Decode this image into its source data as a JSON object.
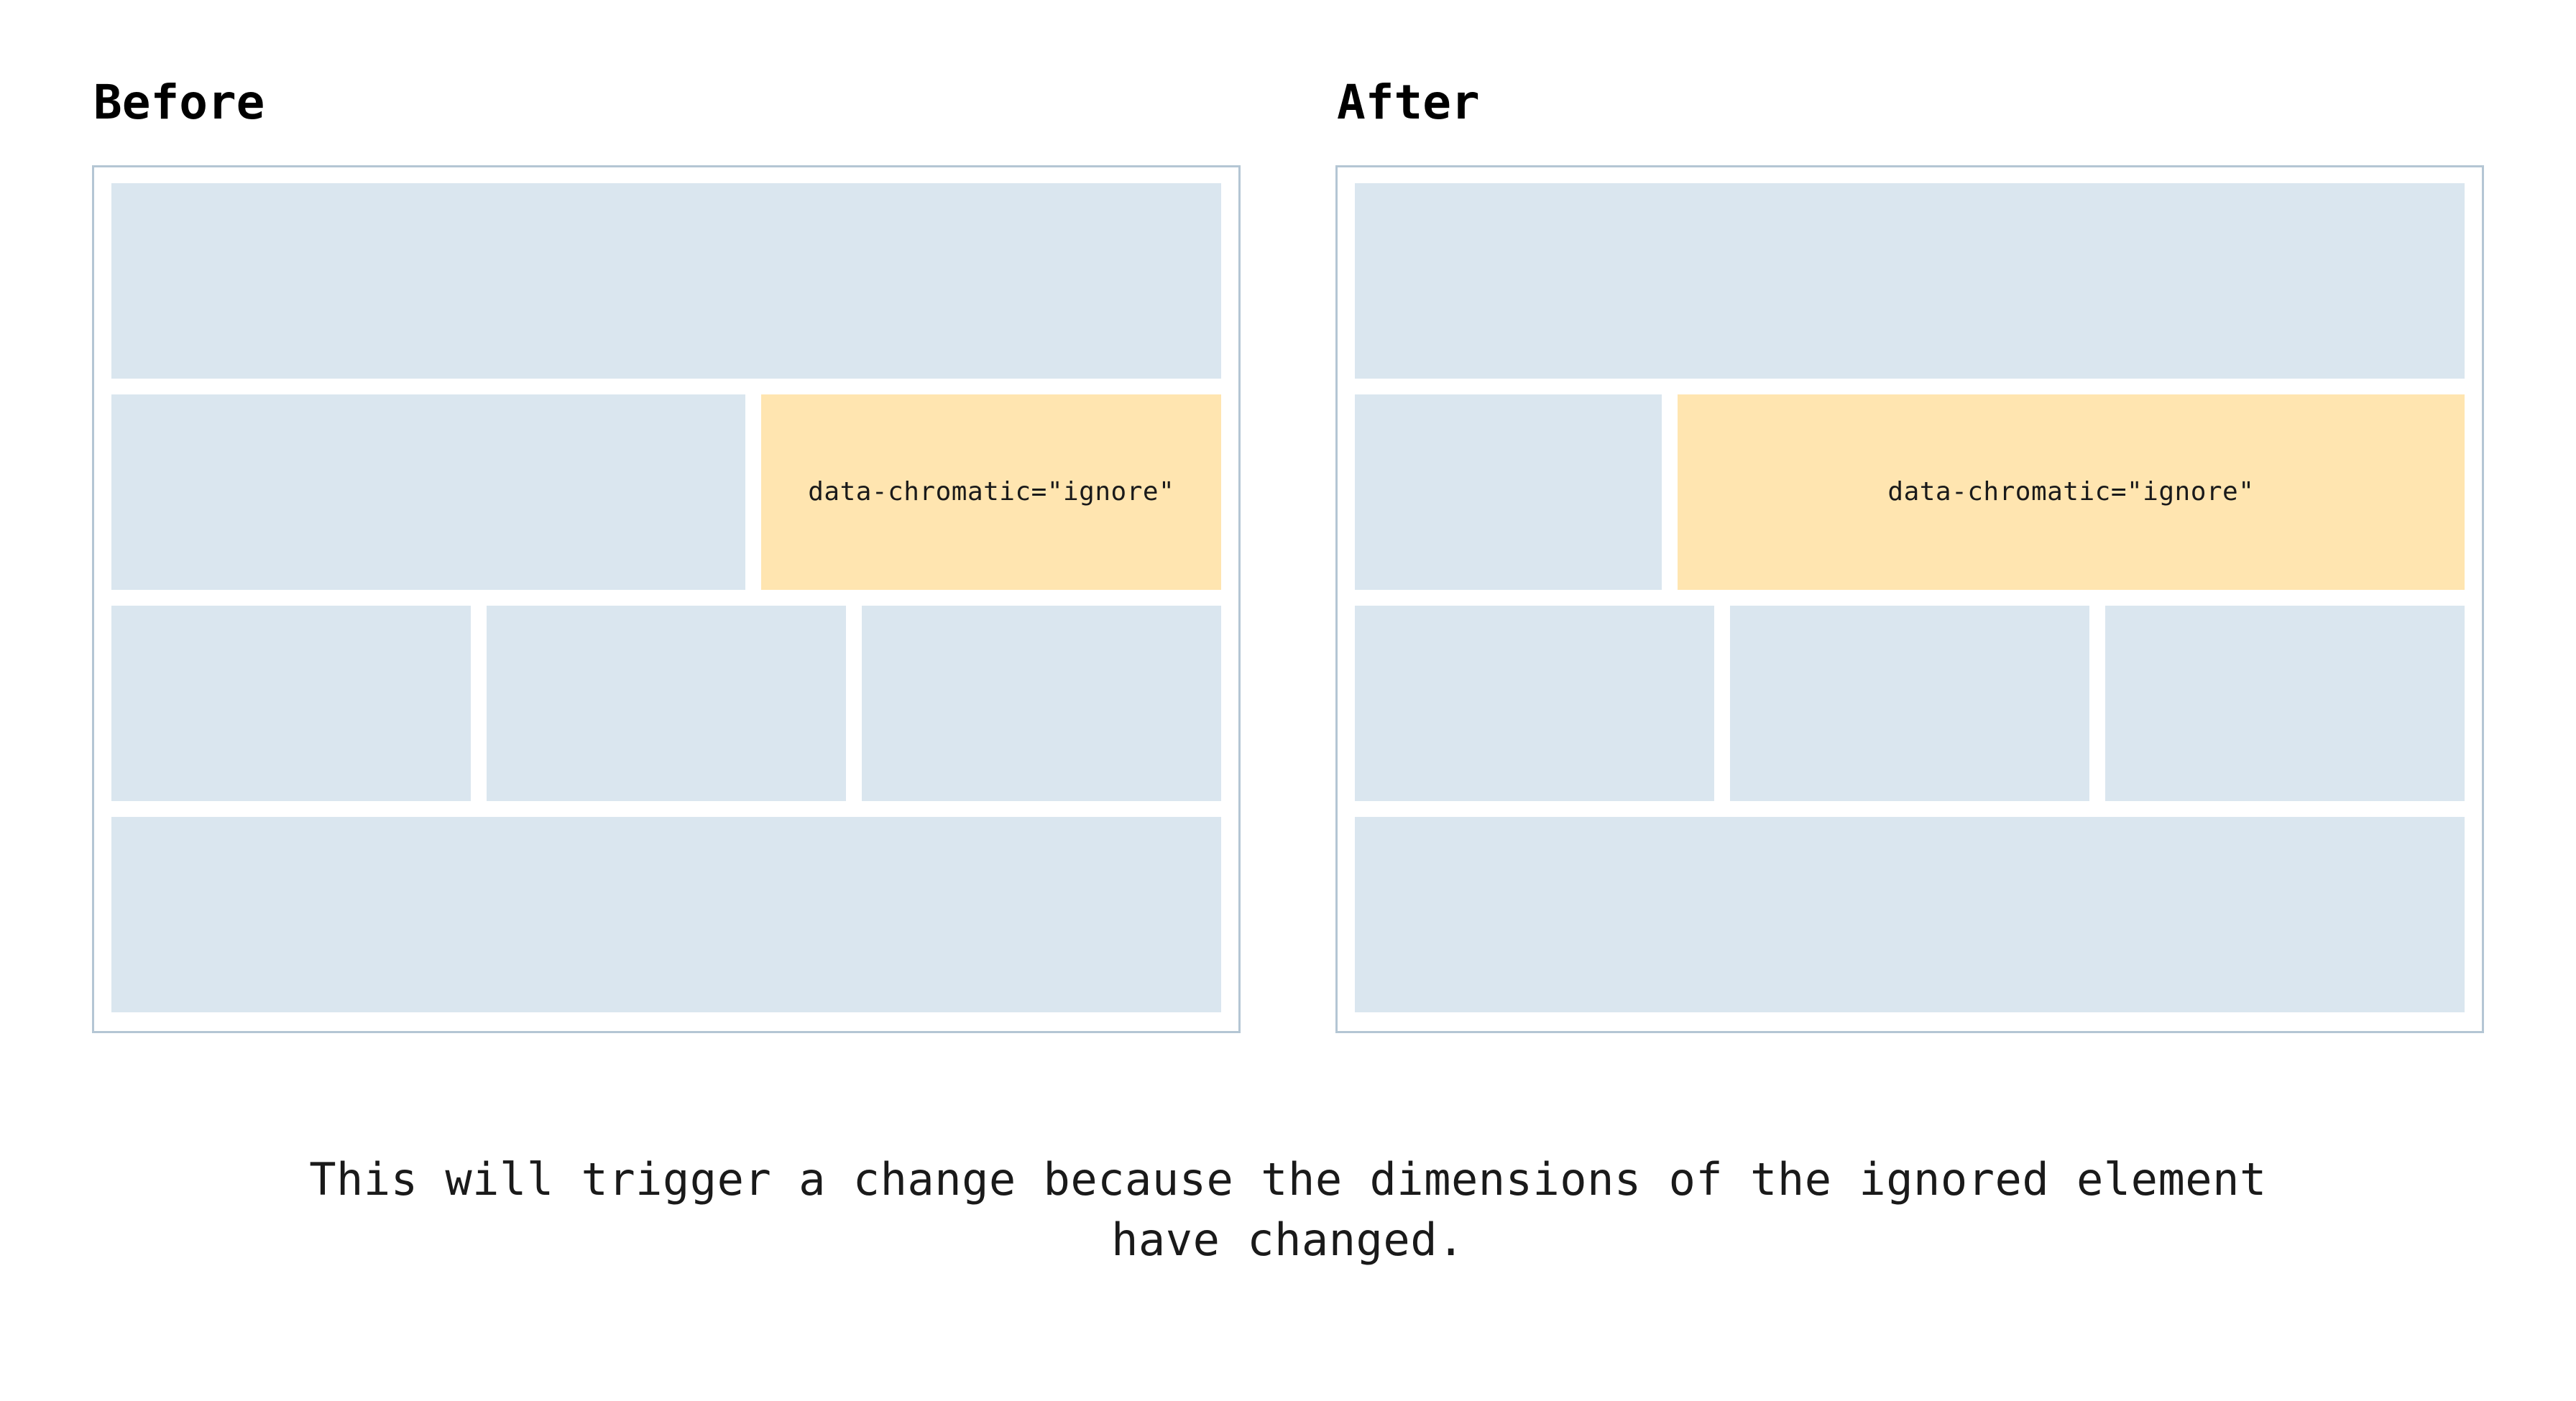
{
  "panels": [
    {
      "heading": "Before",
      "ignored_label": "data-chromatic=\"ignore\""
    },
    {
      "heading": "After",
      "ignored_label": "data-chromatic=\"ignore\""
    }
  ],
  "caption": "This will trigger a change because the dimensions of the ignored element have changed.",
  "colors": {
    "placeholder_block": "#dae6ef",
    "ignored_block": "#ffe5b0",
    "frame_border": "#b4c6d4",
    "background": "#ffffff",
    "text": "#1a1a1a"
  }
}
